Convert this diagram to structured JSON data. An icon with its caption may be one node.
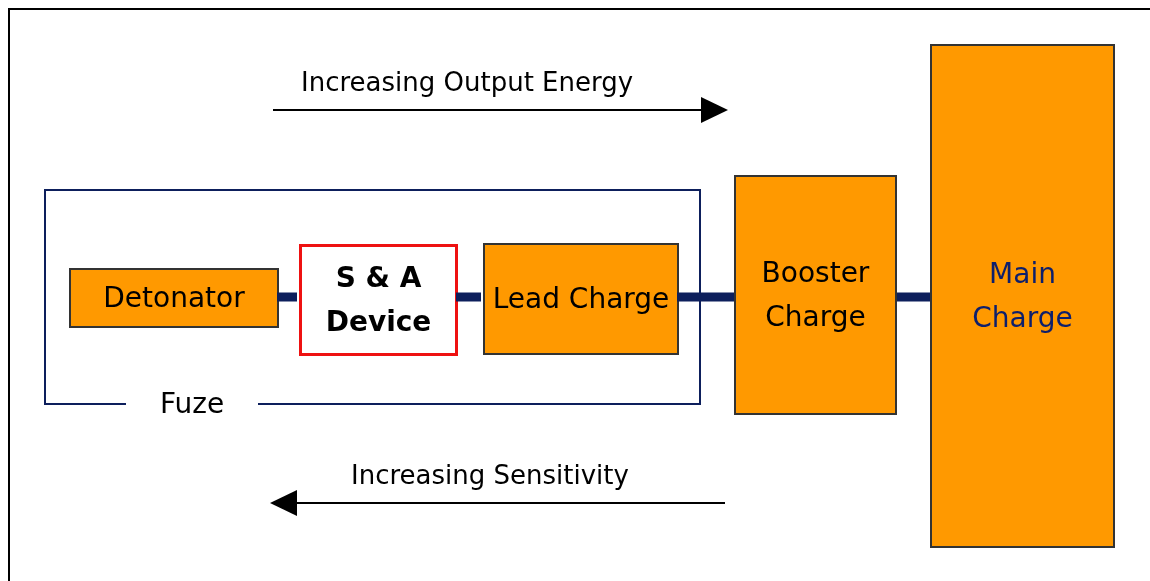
{
  "diagram": {
    "nodes": [
      {
        "text": [
          "Fuze"
        ]
      },
      {
        "text": [
          "Detonator"
        ],
        "in": 0
      },
      {
        "text": [
          "S & A Device"
        ],
        "in": 0
      },
      {
        "text": [
          "Lead Charge"
        ],
        "in": 0
      },
      {
        "text": [
          "Booster Charge"
        ]
      },
      {
        "text": [
          "Main Charge"
        ]
      }
    ],
    "edges": [
      {
        "from": 1,
        "to": 2,
        "arrow": "none"
      },
      {
        "from": 2,
        "to": 3,
        "arrow": "none"
      },
      {
        "from": 3,
        "to": 4,
        "arrow": "none"
      },
      {
        "from": 4,
        "to": 5,
        "arrow": "none"
      }
    ],
    "labels": [
      "Increasing Output Energy",
      "Increasing Sensitivity"
    ]
  }
}
